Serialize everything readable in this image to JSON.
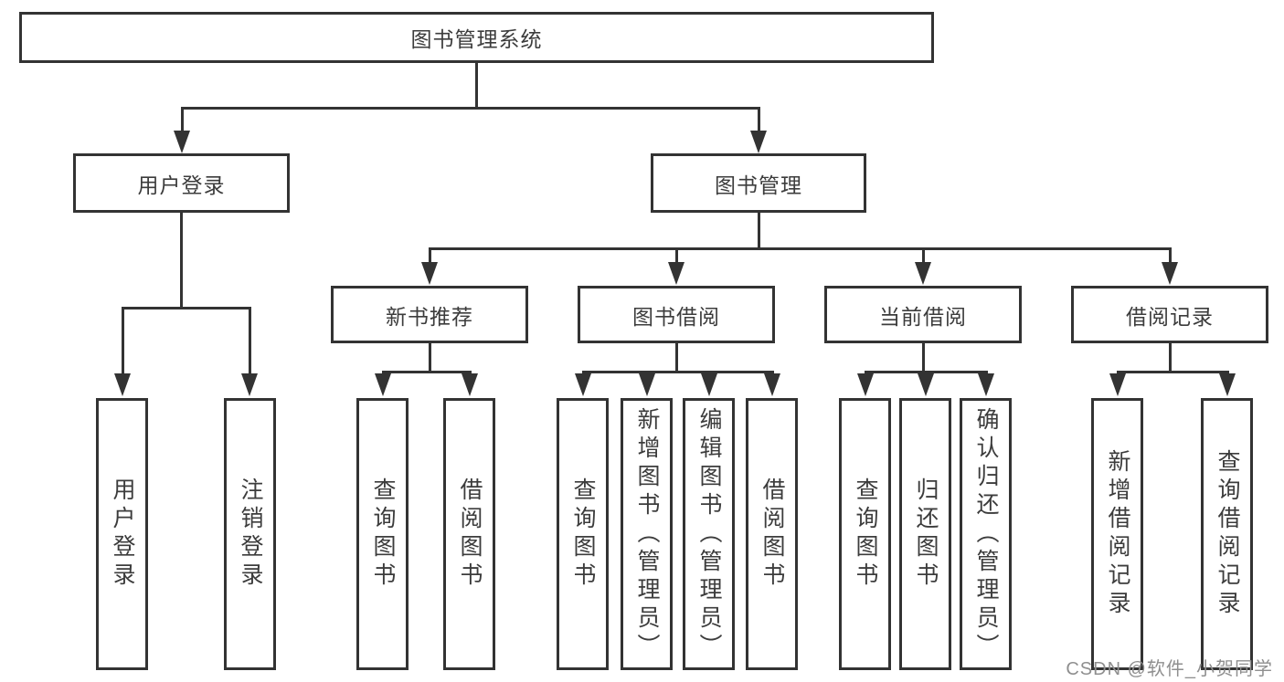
{
  "diagram": {
    "root": {
      "label": "图书管理系统"
    },
    "branches": [
      {
        "label": "用户登录",
        "children": [
          {
            "label": "用户登录"
          },
          {
            "label": "注销登录"
          }
        ]
      },
      {
        "label": "图书管理",
        "children": [
          {
            "label": "新书推荐",
            "children": [
              {
                "label": "查询图书"
              },
              {
                "label": "借阅图书"
              }
            ]
          },
          {
            "label": "图书借阅",
            "children": [
              {
                "label": "查询图书"
              },
              {
                "label": "新增图书（管理员）"
              },
              {
                "label": "编辑图书（管理员）"
              },
              {
                "label": "借阅图书"
              }
            ]
          },
          {
            "label": "当前借阅",
            "children": [
              {
                "label": "查询图书"
              },
              {
                "label": "归还图书"
              },
              {
                "label": "确认归还（管理员）"
              }
            ]
          },
          {
            "label": "借阅记录",
            "children": [
              {
                "label": "新增借阅记录"
              },
              {
                "label": "查询借阅记录"
              }
            ]
          }
        ]
      }
    ],
    "watermark": "CSDN @软件_小贺同学",
    "colors": {
      "line": "#333333",
      "text": "#3c3c3c",
      "watermark": "#8f8f8f",
      "background": "#ffffff"
    }
  }
}
